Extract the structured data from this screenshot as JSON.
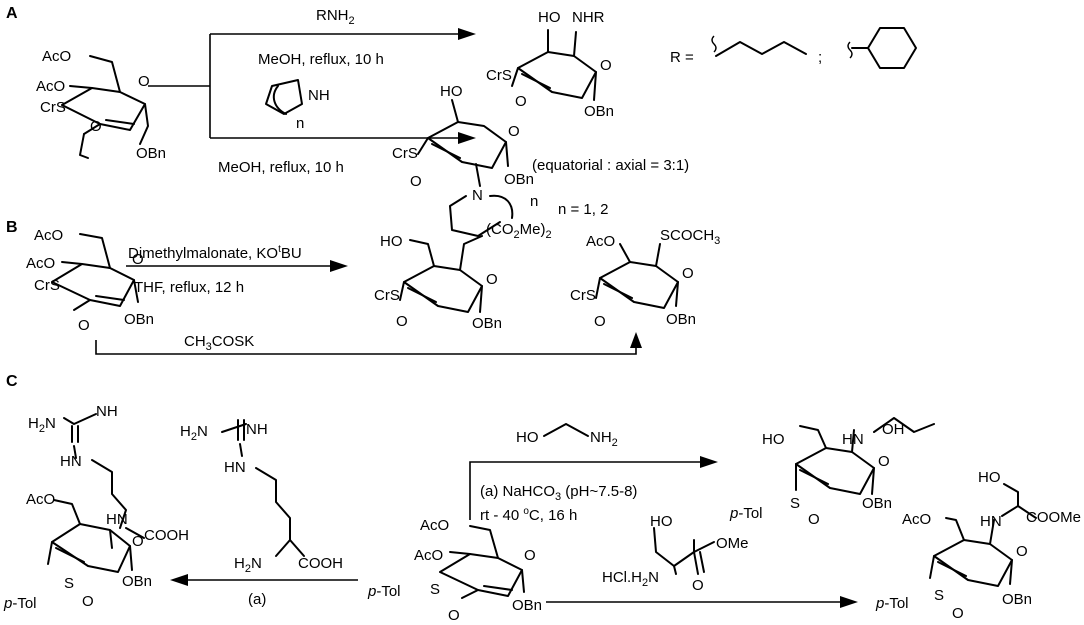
{
  "panels": {
    "a": "A",
    "b": "B",
    "c": "C"
  },
  "A": {
    "reagent_top": "RNH",
    "reagent_top_sub": "2",
    "cond_top": "MeOH, reflux, 10 h",
    "cond_bottom": "MeOH, reflux, 10 h",
    "sm_labels": {
      "aco1": "AcO",
      "aco2": "AcO",
      "crs": "CrS",
      "o_ring": "O",
      "obn": "OBn",
      "o_sulf": "O"
    },
    "amine_ring": {
      "nh": "NH",
      "n": "n"
    },
    "prod1": {
      "ho": "HO",
      "nhr": "NHR",
      "o_ring": "O",
      "crs": "CrS",
      "o_sulf": "O",
      "obn": "OBn"
    },
    "r_def": "R =",
    "sep": ";",
    "prod2": {
      "ho": "HO",
      "o_ring": "O",
      "crs": "CrS",
      "o_sulf": "O",
      "obn": "OBn",
      "n_atom": "N",
      "n": "n"
    },
    "ratio": "(equatorial : axial = 3:1)",
    "n_values": "n = 1, 2"
  },
  "B": {
    "reagent_top_main": "Dimethylmalonate, KO",
    "reagent_top_sup": "t",
    "reagent_top_end": "BU",
    "cond_top": "THF, reflux, 12 h",
    "reagent_bottom_a": "CH",
    "reagent_bottom_sub": "3",
    "reagent_bottom_b": "COSK",
    "sm_labels": {
      "aco1": "AcO",
      "aco2": "AcO",
      "crs": "CrS",
      "o_ring": "O",
      "obn": "OBn",
      "o_sulf": "O"
    },
    "prod1": {
      "ho": "HO",
      "malonate": "(CO",
      "malonate_sub": "2",
      "malonate_end": "Me)",
      "malonate_end_sub": "2",
      "o_ring": "O",
      "crs": "CrS",
      "o_sulf": "O",
      "obn": "OBn"
    },
    "prod2": {
      "aco": "AcO",
      "scoch3": "SCOCH",
      "scoch3_sub": "3",
      "o_ring": "O",
      "crs": "CrS",
      "o_sulf": "O",
      "obn": "OBn"
    }
  },
  "C": {
    "arg_free": {
      "h2n": "H",
      "h2n_sub": "2",
      "h2n_n": "N",
      "nh_imine": "NH",
      "hn": "HN",
      "h2n2": "H",
      "h2n2_sub": "2",
      "h2n2_n": "N",
      "cooh": "COOH"
    },
    "arg_prod": {
      "h2n": "H",
      "h2n_sub": "2",
      "h2n_n": "N",
      "nh_imine": "NH",
      "hn": "HN",
      "aco": "AcO",
      "hn2": "HN",
      "cooh": "COOH",
      "o_ring": "O",
      "ptol": "p",
      "ptol_rest": "-Tol",
      "s": "S",
      "o_sulf": "O",
      "obn": "OBn"
    },
    "reagent_left": "(a)",
    "ethanolamine": {
      "ho": "HO",
      "nh2": "NH",
      "nh2_sub": "2"
    },
    "cond_a": "(a) NaHCO",
    "cond_a_sub": "3",
    "cond_a_end": " (pH~7.5-8)",
    "cond_temp_a": "rt - 40 ",
    "cond_temp_sup": "o",
    "cond_temp_b": "C, 16 h",
    "serine": {
      "ho": "HO",
      "hcl": "HCl.H",
      "hcl_sub": "2",
      "hcl_n": "N",
      "ome": "OMe",
      "o": "O"
    },
    "sm_labels": {
      "aco1": "AcO",
      "aco2": "AcO",
      "ptol": "p",
      "ptol_rest": "-Tol",
      "s": "S",
      "o_ring": "O",
      "o_sulf": "O",
      "obn": "OBn"
    },
    "prod_eth": {
      "ho": "HO",
      "hn": "HN",
      "oh": "OH",
      "o_ring": "O",
      "ptol": "p",
      "ptol_rest": "-Tol",
      "s": "S",
      "o_sulf": "O",
      "obn": "OBn"
    },
    "prod_ser": {
      "ho": "HO",
      "aco": "AcO",
      "hn": "HN",
      "coome": "COOMe",
      "o_ring": "O",
      "ptol": "p",
      "ptol_rest": "-Tol",
      "s": "S",
      "o_sulf": "O",
      "obn": "OBn"
    }
  }
}
